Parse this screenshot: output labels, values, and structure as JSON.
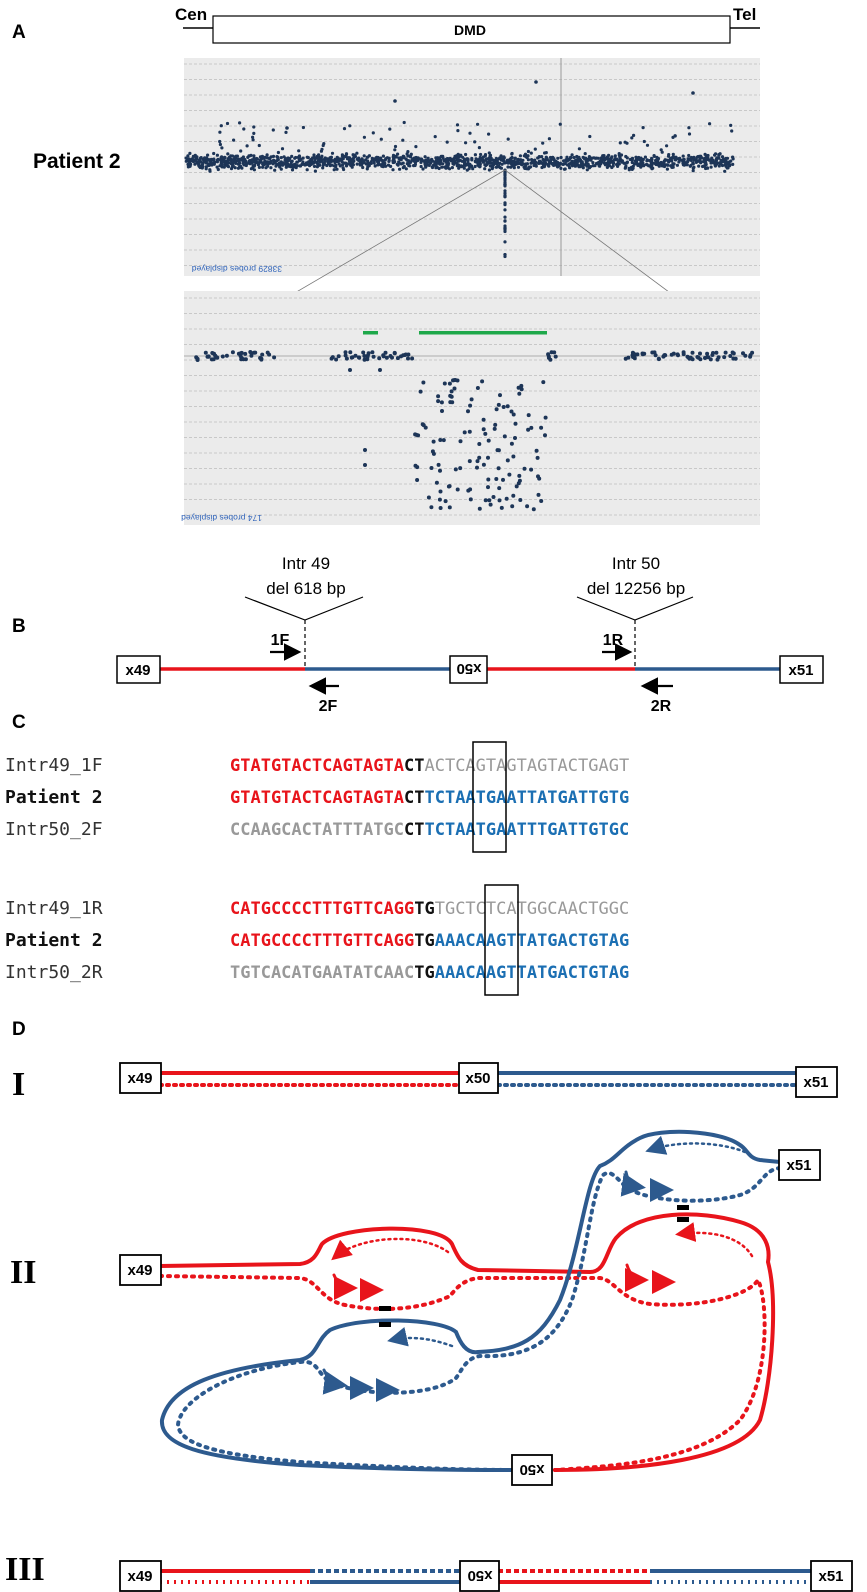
{
  "panelA": {
    "letter": "A",
    "cen": "Cen",
    "tel": "Tel",
    "gene": "DMD",
    "patient": "Patient 2",
    "probes_top": "33829 probes displayed",
    "probes_bottom": "174 probes displayed"
  },
  "panelB": {
    "letter": "B",
    "intr49_title": "Intr 49",
    "intr49_del": "del 618 bp",
    "intr50_title": "Intr 50",
    "intr50_del": "del 12256 bp",
    "primer_1F": "1F",
    "primer_2F": "2F",
    "primer_1R": "1R",
    "primer_2R": "2R",
    "exon49": "x49",
    "exon50": "x50",
    "exon51": "x51"
  },
  "panelC": {
    "letter": "C",
    "group1": [
      {
        "label": "Intr49_1F",
        "bold": false,
        "left": "GTATGTACTCAGTAGTA",
        "left_color": "red",
        "mid": "CT",
        "right": "ACTCAGTAGTAGTACTGAGT",
        "right_color": "grey"
      },
      {
        "label": "Patient 2",
        "bold": true,
        "left": "GTATGTACTCAGTAGTA",
        "left_color": "red",
        "mid": "CT",
        "right": "TCTAATGAATTATGATTGTG",
        "right_color": "blue"
      },
      {
        "label": "Intr50_2F",
        "bold": false,
        "left": "CCAAGCACTATTTATGC",
        "left_color": "grey",
        "mid": "CT",
        "right": "TCTAATGAATTTGATTGTGC",
        "right_color": "blue"
      }
    ],
    "group2": [
      {
        "label": "Intr49_1R",
        "bold": false,
        "left": "CATGCCCCTTTGTTCAGG",
        "left_color": "red",
        "mid": "TG",
        "right": "TGCTCTCATGGCAACTGGC",
        "right_color": "grey"
      },
      {
        "label": "Patient 2",
        "bold": true,
        "left": "CATGCCCCTTTGTTCAGG",
        "left_color": "red",
        "mid": "TG",
        "right": "AAACAAGTTATGACTGTAG",
        "right_color": "blue"
      },
      {
        "label": "Intr50_2R",
        "bold": false,
        "left": "TGTCACATGAATATCAAC",
        "left_color": "grey",
        "mid": "TG",
        "right": "AAACAAGTTATGACTGTAG",
        "right_color": "blue"
      }
    ]
  },
  "panelD": {
    "letter": "D",
    "stage1": "I",
    "stage2": "II",
    "stage3": "III",
    "exon49": "x49",
    "exon50": "x50",
    "exon51": "x51"
  },
  "colors": {
    "red": "#e8141b",
    "blue": "#2d5a8e",
    "green": "#1ea84a"
  }
}
